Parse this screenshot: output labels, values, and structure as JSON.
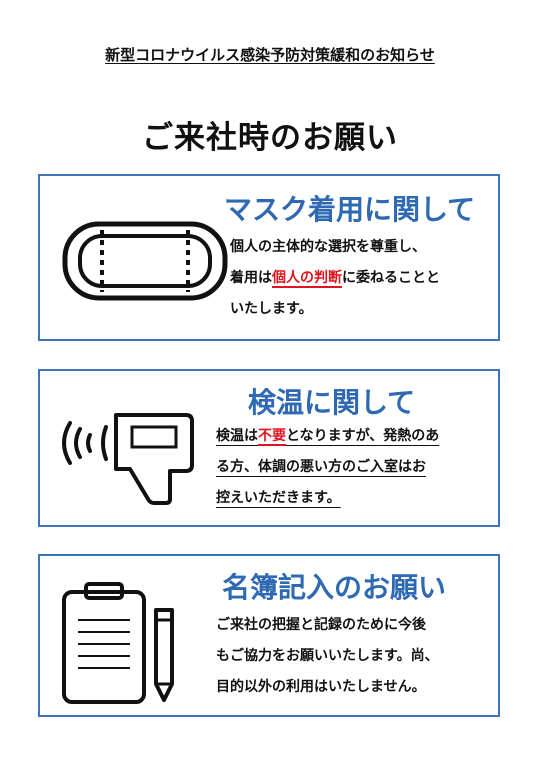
{
  "header": {
    "subtitle": "新型コロナウイルス感染予防対策緩和のお知らせ",
    "title": "ご来社時のお願い"
  },
  "cards": [
    {
      "icon": "face-mask-icon",
      "title": "マスク着用に関して",
      "lines": [
        {
          "before": "個人の主体的な選択を尊重し、",
          "highlight": "",
          "after": ""
        },
        {
          "before": "着用は",
          "highlight": "個人の判断",
          "after": "に委ねることと"
        },
        {
          "before": "いたします。",
          "highlight": "",
          "after": ""
        }
      ]
    },
    {
      "icon": "thermometer-gun-icon",
      "title": "検温に関して",
      "lines": [
        {
          "before": "検温は",
          "highlight": "不要",
          "after": "となりますが、発熱のあ"
        },
        {
          "before": "る方、体調の悪い方のご入室はお",
          "highlight": "",
          "after": ""
        },
        {
          "before": "控えいただきます。",
          "highlight": "",
          "after": ""
        }
      ]
    },
    {
      "icon": "clipboard-pencil-icon",
      "title": "名簿記入のお願い",
      "lines": [
        {
          "before": "ご来社の把握と記録のために今後",
          "highlight": "",
          "after": ""
        },
        {
          "before": "もご協力をお願いいたします。尚、",
          "highlight": "",
          "after": ""
        },
        {
          "before": "目的以外の利用はいたしません。",
          "highlight": "",
          "after": ""
        }
      ]
    }
  ],
  "colors": {
    "accent": "#2f69b3",
    "border": "#3f72b8",
    "highlight": "#e0141e"
  }
}
